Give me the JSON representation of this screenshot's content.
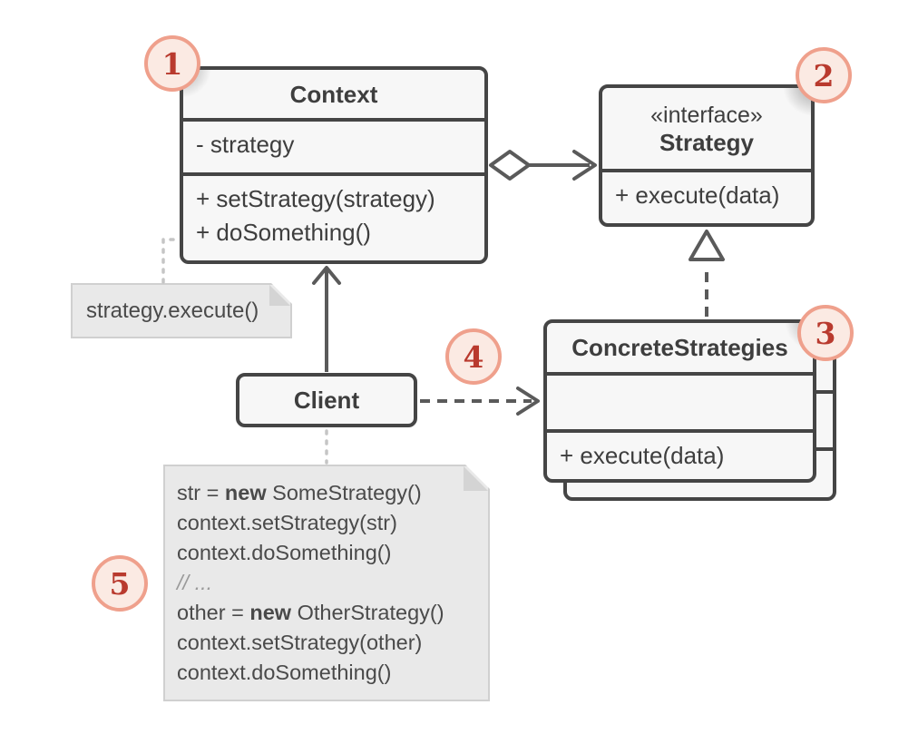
{
  "colors": {
    "box_border": "#454545",
    "box_fill": "#f7f7f7",
    "text": "#3e3e3e",
    "arrow": "#5a5a5a",
    "note_fill": "#e9e9e9",
    "note_border": "#d0d0d0",
    "dotted_connector": "#c5c5c5",
    "badge_fill": "#fbeae3",
    "badge_border": "#efa08c",
    "badge_text": "#b93a2e"
  },
  "classes": {
    "context": {
      "title": "Context",
      "fields": [
        "- strategy"
      ],
      "methods": [
        "+ setStrategy(strategy)",
        "+ doSomething()"
      ]
    },
    "strategy": {
      "stereotype": "«interface»",
      "title": "Strategy",
      "methods": [
        "+ execute(data)"
      ]
    },
    "concrete": {
      "title": "ConcreteStrategies",
      "methods": [
        "+ execute(data)"
      ]
    },
    "client": {
      "title": "Client"
    }
  },
  "notes": {
    "execute": {
      "text": "strategy.execute()"
    },
    "code": {
      "lines": [
        {
          "segments": [
            {
              "t": "str = "
            },
            {
              "t": "new",
              "b": true
            },
            {
              "t": " SomeStrategy()"
            }
          ]
        },
        {
          "segments": [
            {
              "t": "context.setStrategy(str)"
            }
          ]
        },
        {
          "segments": [
            {
              "t": "context.doSomething()"
            }
          ]
        },
        {
          "segments": [
            {
              "t": "// ..."
            }
          ],
          "comment": true
        },
        {
          "segments": [
            {
              "t": "other = "
            },
            {
              "t": "new",
              "b": true
            },
            {
              "t": " OtherStrategy()"
            }
          ]
        },
        {
          "segments": [
            {
              "t": "context.setStrategy(other)"
            }
          ]
        },
        {
          "segments": [
            {
              "t": "context.doSomething()"
            }
          ]
        }
      ]
    }
  },
  "badges": {
    "b1": "1",
    "b2": "2",
    "b3": "3",
    "b4": "4",
    "b5": "5"
  }
}
